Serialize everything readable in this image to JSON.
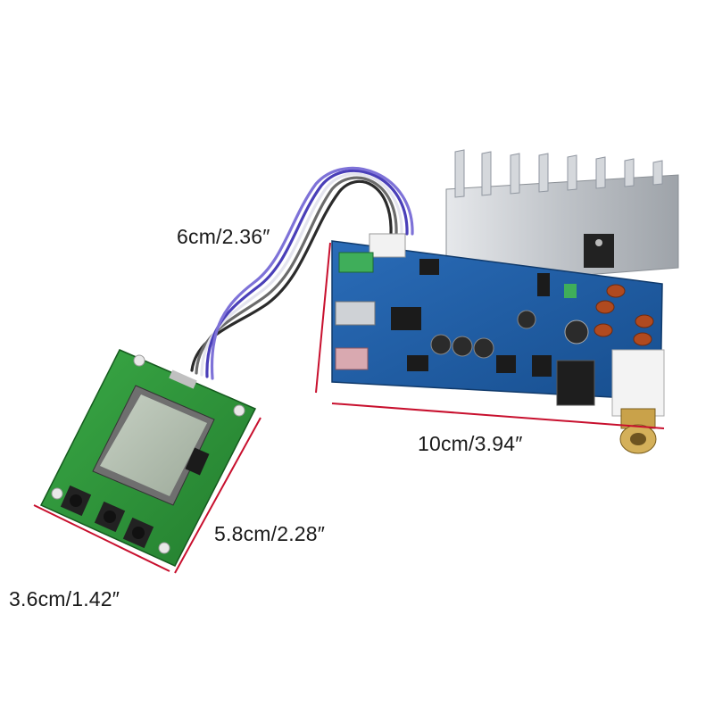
{
  "dimensions": {
    "main_board_height": "6cm/2.36″",
    "main_board_width": "10cm/3.94″",
    "display_board_height": "5.8cm/2.28″",
    "display_board_width": "3.6cm/1.42″"
  },
  "colors": {
    "dimension_line": "#c8102e",
    "main_pcb": "#1f5fa8",
    "display_pcb": "#2e9a3a",
    "lcd_screen": "#b8c4b6",
    "heatsink": "#c9ccd0"
  }
}
